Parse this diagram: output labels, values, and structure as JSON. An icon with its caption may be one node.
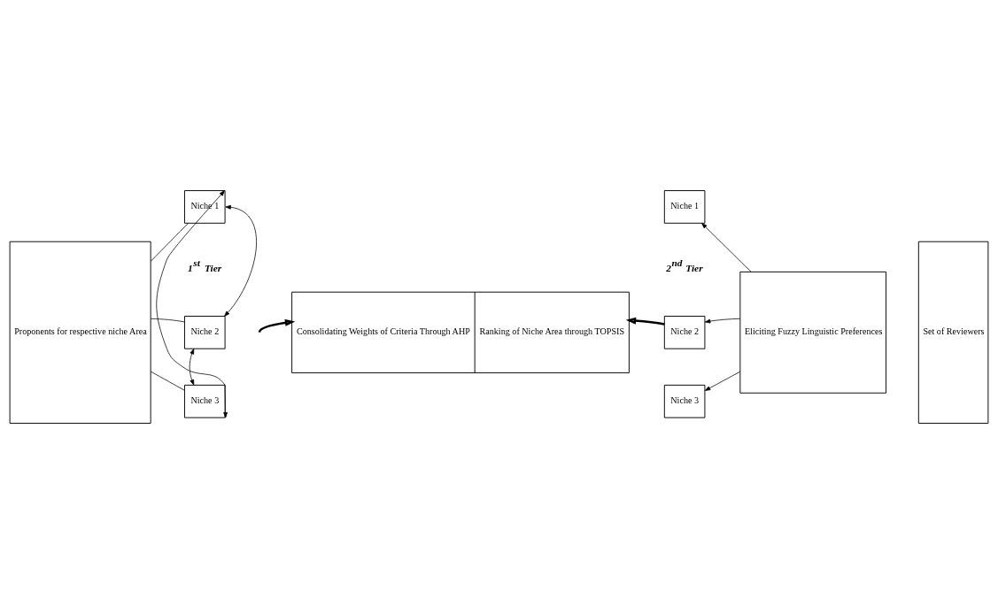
{
  "diagram": {
    "nodes": [
      {
        "text": [
          "Proponents for respective niche Area"
        ]
      },
      {
        "text": [
          "Niche 1"
        ]
      },
      {
        "text": [
          "Niche 2"
        ]
      },
      {
        "text": [
          "Niche 3"
        ]
      },
      {
        "text": [
          "Consolidating Weights of Criteria Through AHP",
          "Ranking of Niche Area through TOPSIS"
        ]
      },
      {
        "text": [
          "Niche 1"
        ]
      },
      {
        "text": [
          "Niche 2"
        ]
      },
      {
        "text": [
          "Niche 3"
        ]
      },
      {
        "text": [
          "Eliciting Fuzzy Linguistic Preferences"
        ]
      },
      {
        "text": [
          "Set of Reviewers"
        ]
      }
    ],
    "edges": [
      {
        "from": 0,
        "to": 1,
        "arrow": "none"
      },
      {
        "from": 0,
        "to": 2,
        "arrow": "none"
      },
      {
        "from": 0,
        "to": 3,
        "arrow": "none"
      },
      {
        "from": 1,
        "to": 2,
        "arrow": "both"
      },
      {
        "from": 1,
        "to": 3,
        "arrow": "both"
      },
      {
        "from": 2,
        "to": 3,
        "arrow": "both"
      },
      {
        "from": null,
        "to": 4,
        "arrow": "to",
        "style": "thick"
      },
      {
        "from": 6,
        "to": 4,
        "arrow": "to",
        "style": "thick"
      },
      {
        "from": 8,
        "to": 5,
        "arrow": "to"
      },
      {
        "from": 8,
        "to": 6,
        "arrow": "to"
      },
      {
        "from": 8,
        "to": 7,
        "arrow": "to"
      }
    ],
    "labels": [
      "1$^{st}$ Tier",
      "2$^{nd}$ Tier"
    ]
  }
}
